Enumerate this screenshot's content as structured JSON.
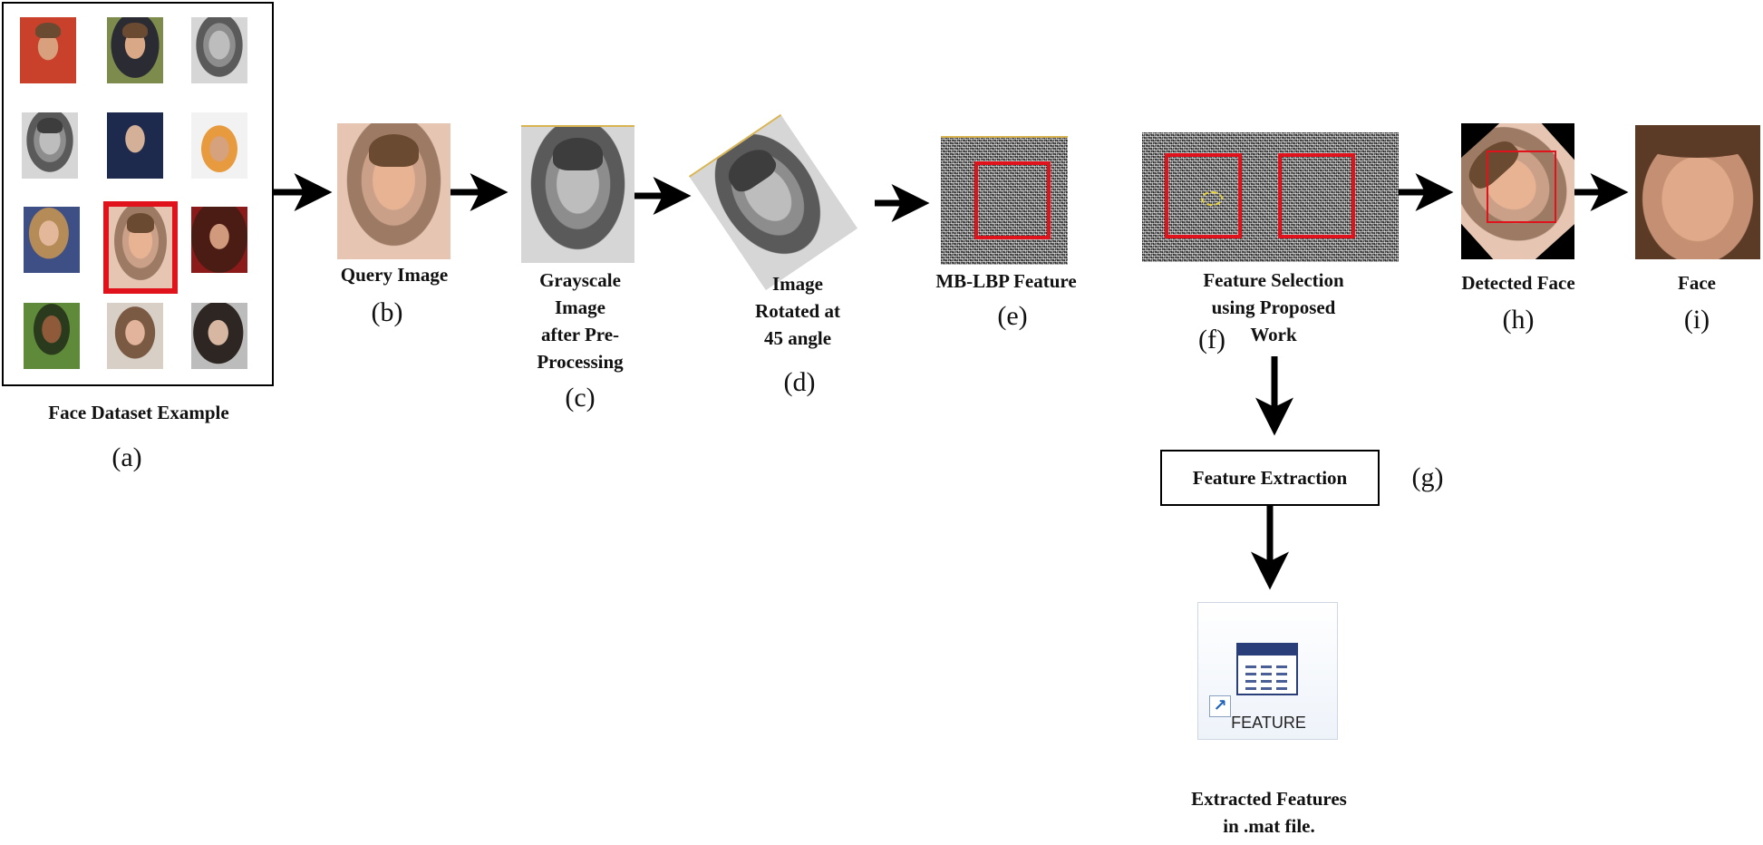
{
  "captions": {
    "a": "Face Dataset Example",
    "b": "Query Image",
    "c": "Grayscale Image after Pre-Processing",
    "c_lines": [
      "Grayscale",
      "Image",
      "after Pre-",
      "Processing"
    ],
    "d_lines": [
      "Image",
      "Rotated at",
      "45 angle"
    ],
    "e": "MB-LBP Feature",
    "f_lines": [
      "Feature Selection",
      "using Proposed",
      "Work"
    ],
    "g_box": "Feature Extraction",
    "h": "Detected Face",
    "i": "Face",
    "extracted_lines": [
      "Extracted Features",
      "in .mat file."
    ]
  },
  "letters": {
    "a": "(a)",
    "b": "(b)",
    "c": "(c)",
    "d": "(d)",
    "e": "(e)",
    "f": "(f)",
    "g": "(g)",
    "h": "(h)",
    "i": "(i)"
  },
  "file_icon": {
    "label": "FEATURE",
    "icon": "table-file-icon",
    "overlay": "shortcut-arrow-icon"
  },
  "colors": {
    "highlight": "#e0121b",
    "arrow": "#000000",
    "shortcut_blue": "#1f63b8"
  },
  "dataset_thumbnails": [
    "face-thumb-1",
    "face-thumb-2",
    "face-thumb-3",
    "face-thumb-4",
    "face-thumb-5",
    "face-thumb-6",
    "face-thumb-7",
    "face-thumb-8-selected",
    "face-thumb-9",
    "face-thumb-10",
    "face-thumb-11",
    "face-thumb-12"
  ]
}
